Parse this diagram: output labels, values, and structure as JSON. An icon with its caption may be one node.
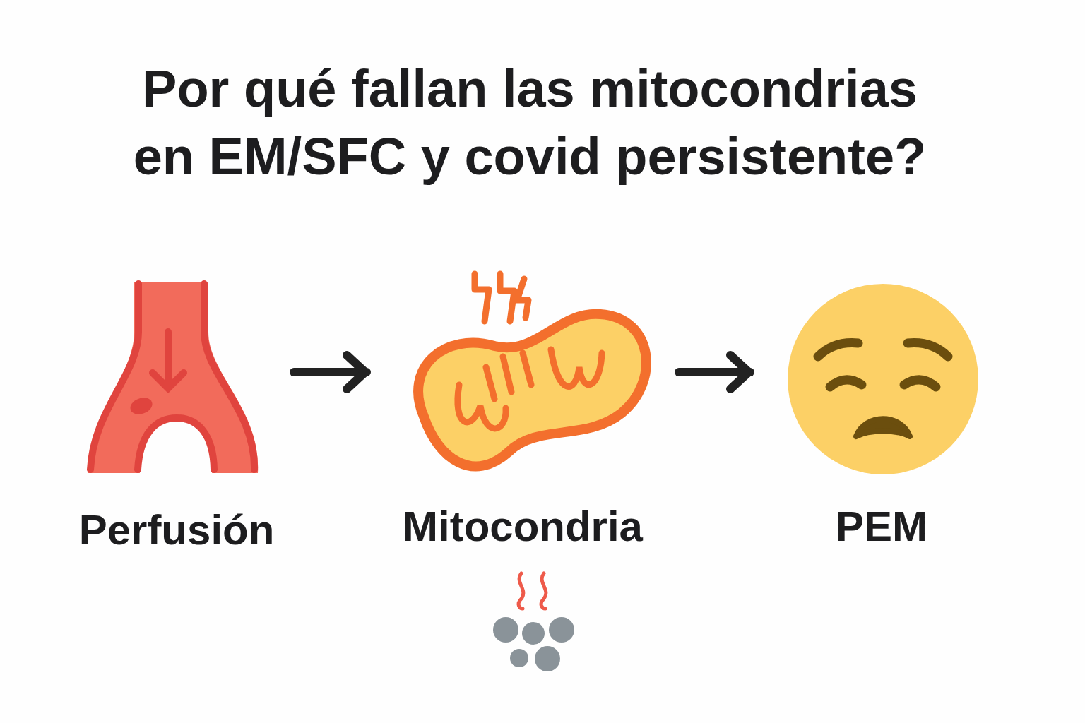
{
  "diagram": {
    "title": "Por qué fallan las mitocondrias en EM/SFC y covid persistente?",
    "nodes": [
      {
        "text": [
          "Perfusión"
        ]
      },
      {
        "text": [
          "Mitocondria"
        ]
      },
      {
        "text": [
          "PEM"
        ]
      }
    ],
    "edges": [
      {
        "from": 0,
        "to": 1,
        "arrow": "to"
      },
      {
        "from": 1,
        "to": 2,
        "arrow": "to"
      }
    ]
  }
}
